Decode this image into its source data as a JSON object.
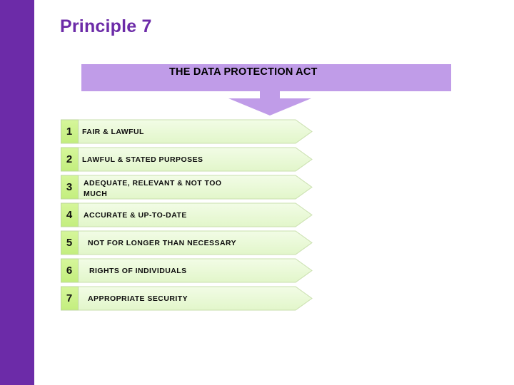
{
  "slide": {
    "title": "Principle 7",
    "accent_purple": "#6C2BA8",
    "banner_purple": "#C09CE8",
    "row_green_light": "#EBF9DA",
    "row_green_dark": "#CBF08A",
    "background": "#FFFFFF"
  },
  "banner": {
    "text": "THE DATA PROTECTION ACT",
    "arrow_icon": "arrow-down-icon"
  },
  "principles": [
    {
      "number": "1",
      "label": "FAIR & LAWFUL",
      "indent": 22
    },
    {
      "number": "2",
      "label": "LAWFUL & STATED PURPOSES",
      "indent": 22
    },
    {
      "number": "3",
      "label": "ADEQUATE, RELEVANT & NOT TOO MUCH",
      "indent": 24
    },
    {
      "number": "4",
      "label": "ACCURATE & UP-TO-DATE",
      "indent": 24
    },
    {
      "number": "5",
      "label": "NOT FOR LONGER THAN NECESSARY",
      "indent": 30
    },
    {
      "number": "6",
      "label": "RIGHTS OF INDIVIDUALS",
      "indent": 32
    },
    {
      "number": "7",
      "label": "APPROPRIATE SECURITY",
      "indent": 30
    }
  ]
}
